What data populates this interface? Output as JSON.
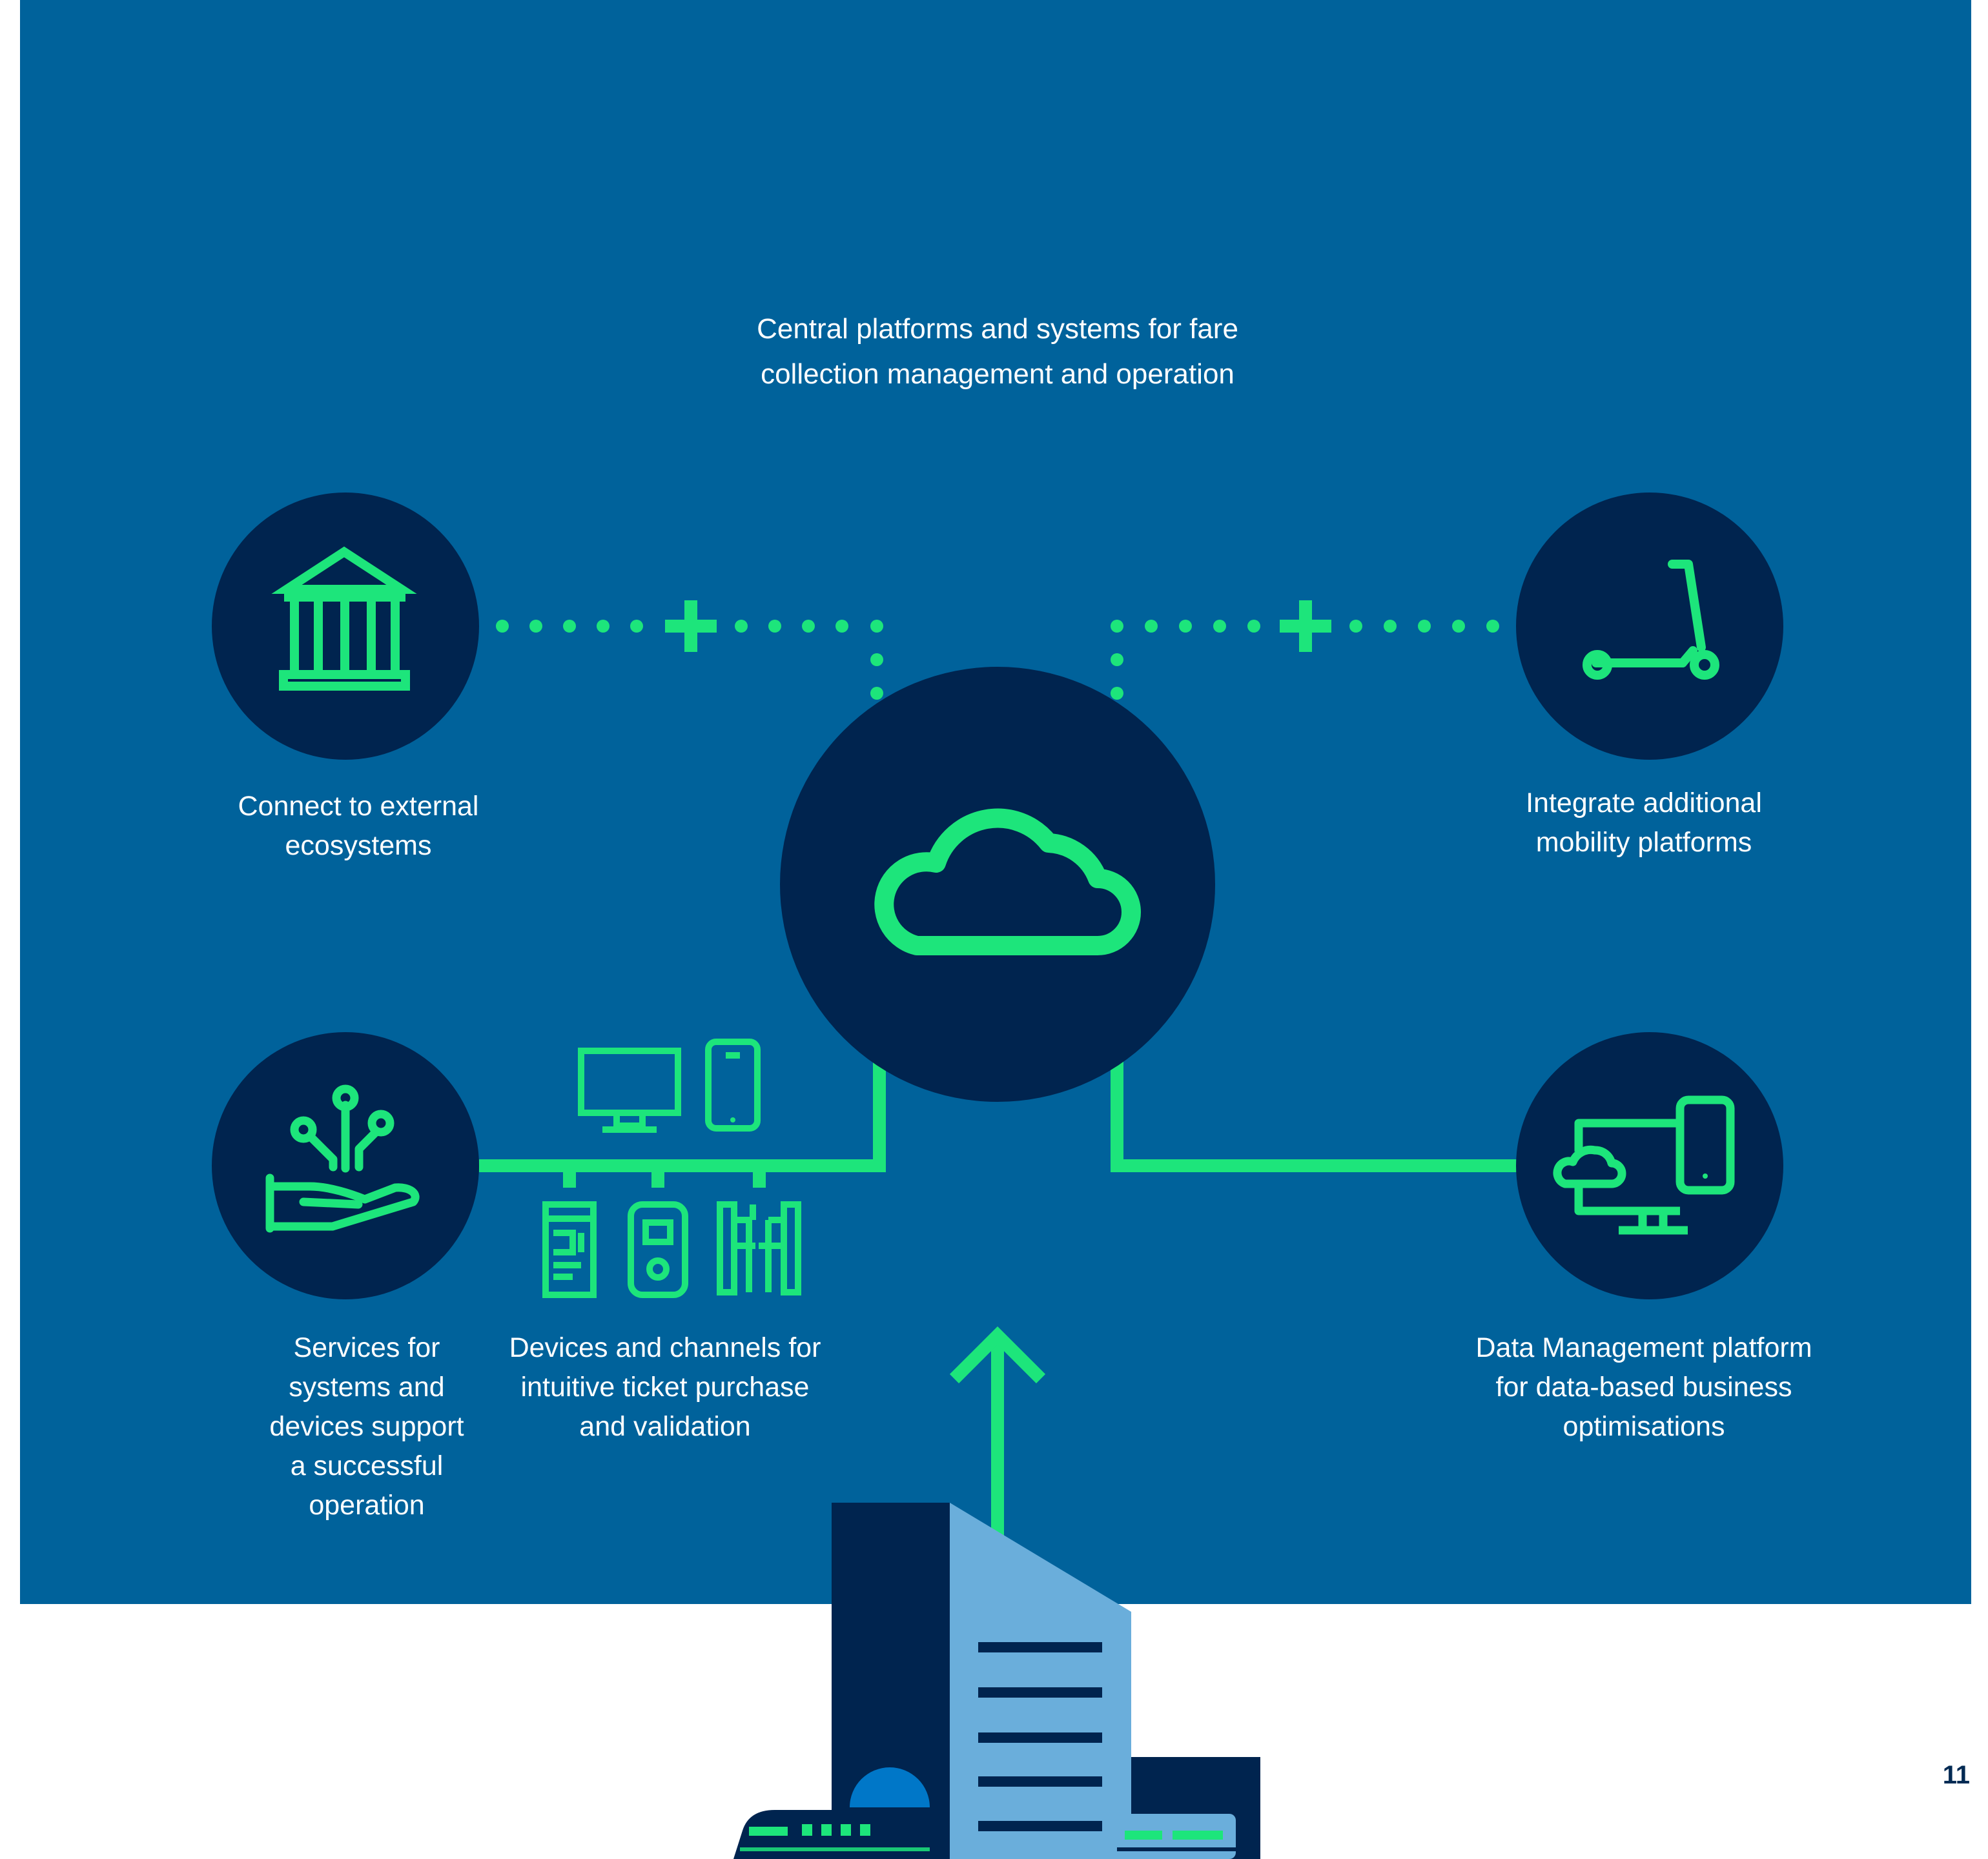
{
  "colors": {
    "panel": "#00629b",
    "navy": "#00244f",
    "green": "#1de57b",
    "building_light": "#6aaedb",
    "white": "#ffffff"
  },
  "hub": {
    "icon": "cloud-icon",
    "label_lines": [
      "Central platforms and systems for fare",
      "collection management and operation"
    ]
  },
  "nodes": [
    {
      "id": "external-ecosystems",
      "icon": "bank-icon",
      "label_lines": [
        "Connect to external",
        "ecosystems"
      ]
    },
    {
      "id": "mobility-platforms",
      "icon": "scooter-icon",
      "label_lines": [
        "Integrate additional",
        "mobility platforms"
      ]
    },
    {
      "id": "services-support",
      "icon": "hand-network-icon",
      "label_lines": [
        "Services for",
        "systems and",
        "devices support",
        "a successful",
        "operation"
      ]
    },
    {
      "id": "devices-channels",
      "icon": "devices-icon",
      "label_lines": [
        "Devices and channels for",
        "intuitive ticket purchase",
        "and validation"
      ]
    },
    {
      "id": "data-management",
      "icon": "cloud-computer-icon",
      "label_lines": [
        "Data Management platform",
        "for data-based business",
        "optimisations"
      ]
    }
  ],
  "page_number": "11"
}
